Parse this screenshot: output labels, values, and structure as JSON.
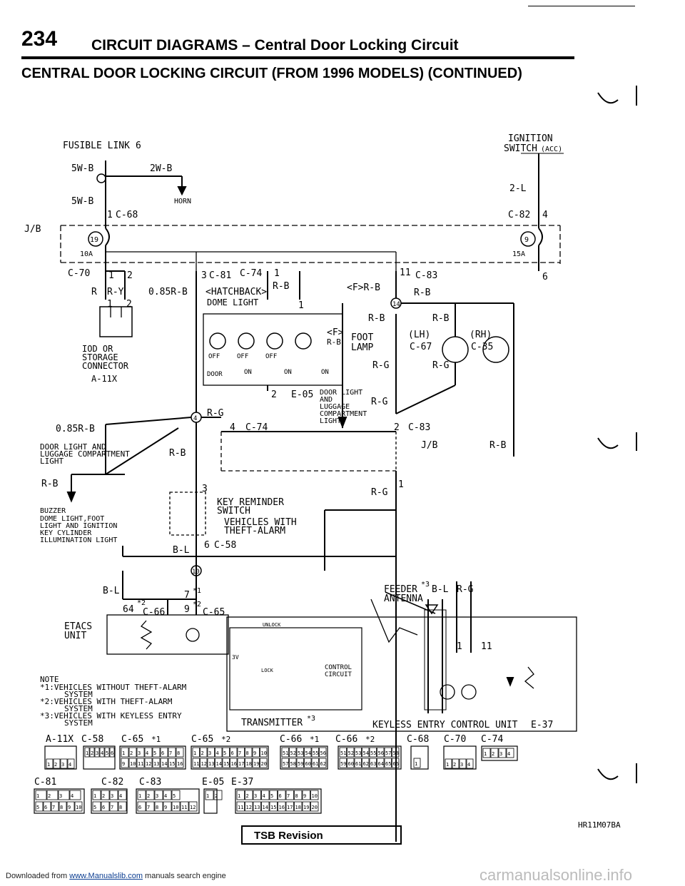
{
  "header": {
    "page_number": "234",
    "title": "CIRCUIT DIAGRAMS – Central Door Locking Circuit",
    "section_title": "CENTRAL DOOR LOCKING CIRCUIT (FROM 1996 MODELS) (CONTINUED)"
  },
  "labels": {
    "fusible_link": "FUSIBLE LINK",
    "fusible_link_num": "6",
    "ignition_switch": "IGNITION",
    "ignition_switch2": "SWITCH",
    "ignition_acc": "(ACC)",
    "w5b_a": "5W-B",
    "w5b_b": "5W-B",
    "w2b": "2W-B",
    "horn": "HORN",
    "w2l": "2-L",
    "jb": "J/B",
    "c68_pin": "1",
    "c68": "C-68",
    "c82": "C-82",
    "c82_pin": "4",
    "fuse19": "19",
    "fuse10a": "10A",
    "fuse9": "9",
    "fuse15a": "15A",
    "c70": "C-70",
    "c70_p1": "1",
    "c70_p2": "2",
    "r": "R",
    "ry": "R-Y",
    "p1": "1",
    "p2": "2",
    "w085rb": "0.85R-B",
    "iod": "IOD OR",
    "storage": "STORAGE",
    "connector": "CONNECTOR",
    "a11x": "A-11X",
    "c81_pin": "3",
    "c81": "C-81",
    "c74": "C-74",
    "c74_pin": "1",
    "hatchback": "<HATCHBACK>",
    "rb1": "R-B",
    "dome_light": "DOME LIGHT",
    "dome_pin": "1",
    "c83_pin": "11",
    "c83": "C-83",
    "frb": "<F>R-B",
    "rb2": "R-B",
    "pin6": "6",
    "node14": "14",
    "rb3": "R-B",
    "rb4": "R-B",
    "f_tag": "<F>",
    "rb5": "R-B",
    "foot": "FOOT",
    "lamp": "LAMP",
    "lh": "(LH)",
    "c67": "C-67",
    "rh": "(RH)",
    "c35": "C-35",
    "rg1": "R-G",
    "rg2": "R-G",
    "off": "OFF",
    "on": "ON",
    "door": "DOOR",
    "e05_pin": "2",
    "e05": "E-05",
    "door_light1": "DOOR LIGHT",
    "door_light2": "AND",
    "door_light3": "LUGGAGE",
    "door_light4": "COMPARTMENT",
    "door_light5": "LIGHT",
    "rg3": "R-G",
    "node4": "4",
    "rg4": "R-G",
    "c74b_pin": "4",
    "c74b": "C-74",
    "c83b_pin": "2",
    "c83b": "C-83",
    "jb2": "J/B",
    "rb6": "R-B",
    "w085rb2": "0.85R-B",
    "dlt1": "DOOR LIGHT AND",
    "dlt2": "LUGGAGE COMPARTMENT",
    "dlt3": "LIGHT",
    "rb7": "R-B",
    "rb8": "R-B",
    "pin3": "3",
    "rg5": "R-G",
    "pin1": "1",
    "buzzer": "BUZZER",
    "dome_foot": "DOME LIGHT,FOOT",
    "light_ign": "LIGHT AND IGNITION",
    "key_cyl": "KEY CYLINDER",
    "illum": "ILLUMINATION LIGHT",
    "key_rem1": "KEY REMINDER",
    "key_rem2": "SWITCH",
    "vehicles_with": "VEHICLES WITH",
    "theft_alarm": "THEFT-ALARM",
    "c58_pin": "6",
    "c58": "C-58",
    "bl1": "B-L",
    "node10": "10",
    "bl2": "B-L",
    "pin7": "7",
    "pin7_sup": "*1",
    "pin64": "64",
    "pin64_sup": "*2",
    "c66": "C-66",
    "pin9": "9",
    "pin9_sup": "*2",
    "c65": "C-65",
    "feeder": "FEEDER",
    "feeder_sup": "*3",
    "antenna": "ANTENNA",
    "bl3": "B-L",
    "rg6": "R-G",
    "etacs1": "ETACS",
    "etacs2": "UNIT",
    "unlock": "UNLOCK",
    "lock": "LOCK",
    "v3": "3V",
    "control1": "CONTROL",
    "control2": "CIRCUIT",
    "transmitter": "TRANSMITTER",
    "transmitter_sup": "*3",
    "pin1b": "1",
    "pin11": "11",
    "keyless": "KEYLESS ENTRY CONTROL UNIT",
    "e37": "E-37",
    "note": "NOTE",
    "n1": "*1:VEHICLES WITHOUT THEFT-ALARM",
    "n1b": "SYSTEM",
    "n2": "*2:VEHICLES WITH THEFT-ALARM",
    "n2b": "SYSTEM",
    "n3": "*3:VEHICLES WITH KEYLESS ENTRY",
    "n3b": "SYSTEM"
  },
  "connectors_row1": [
    {
      "id": "A-11X",
      "suffix": ""
    },
    {
      "id": "C-58",
      "suffix": ""
    },
    {
      "id": "C-65",
      "suffix": "*1"
    },
    {
      "id": "C-65",
      "suffix": "*2"
    },
    {
      "id": "C-66",
      "suffix": "*1"
    },
    {
      "id": "C-66",
      "suffix": "*2"
    },
    {
      "id": "C-68",
      "suffix": ""
    },
    {
      "id": "C-70",
      "suffix": ""
    },
    {
      "id": "C-74",
      "suffix": ""
    }
  ],
  "connectors_row2": [
    {
      "id": "C-81"
    },
    {
      "id": "C-82"
    },
    {
      "id": "C-83"
    },
    {
      "id": "E-05"
    },
    {
      "id": "E-37"
    }
  ],
  "pins": {
    "a11x": [
      "1",
      "2",
      "3",
      "4"
    ],
    "c58": [
      "1",
      "2",
      "3",
      "4",
      "5",
      "6"
    ],
    "c65_1a": [
      "1",
      "2",
      "3",
      "4",
      "5",
      "6",
      "7",
      "8"
    ],
    "c65_1b": [
      "9",
      "10",
      "11",
      "12",
      "13",
      "14",
      "15",
      "16"
    ],
    "c65_2a": [
      "1",
      "2",
      "3",
      "4",
      "5",
      "6",
      "7",
      "8",
      "9",
      "10"
    ],
    "c65_2b": [
      "11",
      "12",
      "13",
      "14",
      "15",
      "16",
      "17",
      "18",
      "19",
      "20"
    ],
    "c66_1a": [
      "51",
      "52",
      "53",
      "54",
      "55",
      "56"
    ],
    "c66_1b": [
      "57",
      "58",
      "59",
      "60",
      "61",
      "62"
    ],
    "c66_2a": [
      "51",
      "52",
      "53",
      "54",
      "55",
      "56",
      "57",
      "58"
    ],
    "c66_2b": [
      "59",
      "60",
      "61",
      "62",
      "63",
      "64",
      "65",
      "66"
    ],
    "c68": [
      "1"
    ],
    "c70": [
      "1",
      "2",
      "3",
      "4"
    ],
    "c74": [
      "1",
      "2",
      "3",
      "4"
    ],
    "c81a": [
      "1",
      "2",
      "3",
      "4"
    ],
    "c81b": [
      "5",
      "6",
      "7",
      "8",
      "9",
      "10"
    ],
    "c82a": [
      "1",
      "2",
      "3",
      "4"
    ],
    "c82b": [
      "5",
      "6",
      "7",
      "8"
    ],
    "c83a": [
      "1",
      "2",
      "3",
      "4",
      "5"
    ],
    "c83b": [
      "6",
      "7",
      "8",
      "9",
      "10",
      "11",
      "12"
    ],
    "e05": [
      "1",
      "2"
    ],
    "e37a": [
      "1",
      "2",
      "3",
      "4",
      "5",
      "6",
      "7",
      "8",
      "9",
      "10"
    ],
    "e37b": [
      "11",
      "12",
      "13",
      "14",
      "15",
      "16",
      "17",
      "18",
      "19",
      "20"
    ]
  },
  "footer": {
    "ref_code": "HR11M07BA",
    "tsb": "TSB Revision",
    "downloaded": "Downloaded from",
    "link": "www.Manualslib.com",
    "tail": "manuals search engine",
    "watermark": "carmanualsonline.info"
  }
}
